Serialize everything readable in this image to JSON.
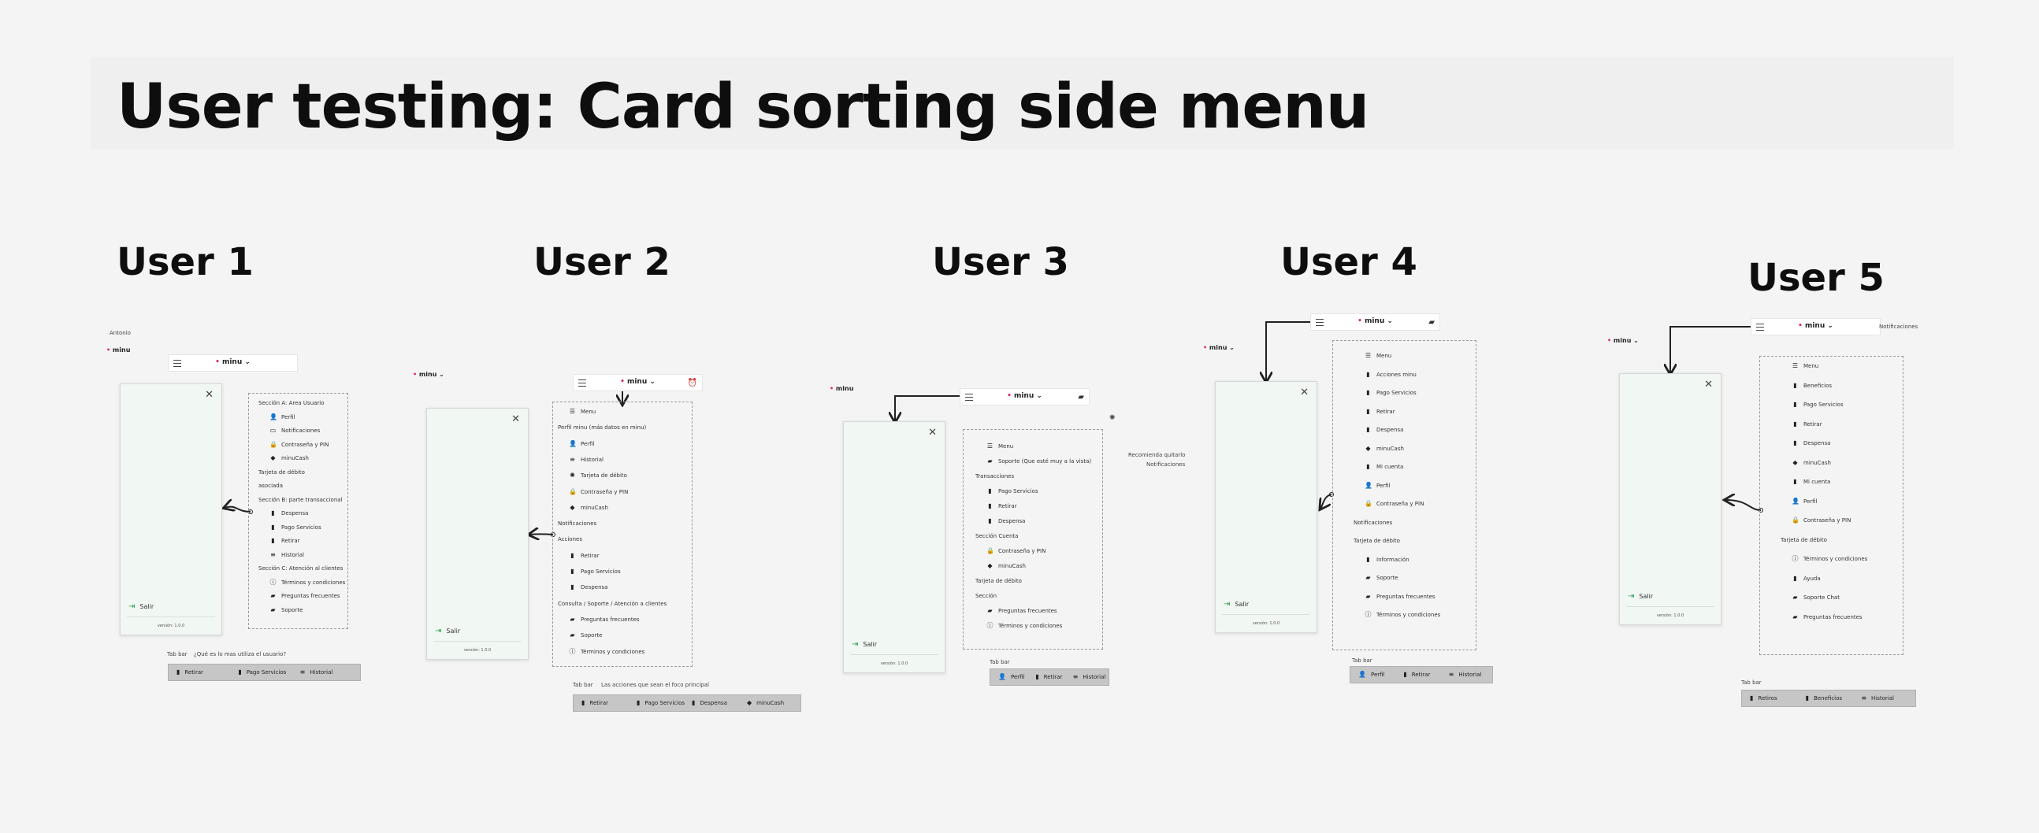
{
  "header": {
    "title": "User testing: Card sorting side menu"
  },
  "brand": {
    "logo_text": "minu",
    "logo_color": "#e0245e",
    "accent": "#2e9e5a"
  },
  "common": {
    "salir": "Salir",
    "version": "versión: 1.0.0",
    "tab_bar_label": "Tab bar"
  },
  "users": {
    "u1": {
      "title": "User 1",
      "user_name": "Antonio",
      "tab_question": "¿Qué es lo mas utiliza el usuario?",
      "menu": [
        {
          "text": "Sección A: Area Usuario",
          "icon": ""
        },
        {
          "text": "Perfil",
          "icon": "person"
        },
        {
          "text": "Notificaciones",
          "icon": "card"
        },
        {
          "text": "Contraseña y PIN",
          "icon": "lock"
        },
        {
          "text": "minuCash",
          "icon": "cash"
        },
        {
          "text": "Tarjeta de débito",
          "icon": ""
        },
        {
          "text": "asociada",
          "icon": ""
        },
        {
          "text": "Sección B: parte transaccional",
          "icon": ""
        },
        {
          "text": "Despensa",
          "icon": "doc"
        },
        {
          "text": "Pago Servicios",
          "icon": "doc"
        },
        {
          "text": "Retirar",
          "icon": "doc"
        },
        {
          "text": "Historial",
          "icon": "list"
        },
        {
          "text": "Sección C: Atención al clientes",
          "icon": ""
        },
        {
          "text": "Términos y condiciones",
          "icon": "info"
        },
        {
          "text": "Preguntas frecuentes",
          "icon": "chat"
        },
        {
          "text": "Soporte",
          "icon": "chat"
        }
      ],
      "tabs": [
        {
          "label": "Retirar",
          "icon": "doc"
        },
        {
          "label": "Pago Servicios",
          "icon": "doc"
        },
        {
          "label": "Historial",
          "icon": "list"
        }
      ]
    },
    "u2": {
      "title": "User 2",
      "tab_note": "Las acciones que sean el foco principal",
      "menu": [
        {
          "text": "Menu",
          "icon": "burger"
        },
        {
          "text": "Perfil minu (más datos en minu)",
          "icon": ""
        },
        {
          "text": "Perfil",
          "icon": "person"
        },
        {
          "text": "Historial",
          "icon": "list"
        },
        {
          "text": "Tarjeta de débito",
          "icon": "bell"
        },
        {
          "text": "Contraseña y PIN",
          "icon": "lock"
        },
        {
          "text": "minuCash",
          "icon": "cash"
        },
        {
          "text": "Notificaciones",
          "icon": ""
        },
        {
          "text": "Acciones",
          "icon": ""
        },
        {
          "text": "Retirar",
          "icon": "doc"
        },
        {
          "text": "Pago Servicios",
          "icon": "doc"
        },
        {
          "text": "Despensa",
          "icon": "doc"
        },
        {
          "text": "Consulta / Soporte / Atención a clientes",
          "icon": ""
        },
        {
          "text": "Preguntas frecuentes",
          "icon": "chat"
        },
        {
          "text": "Soporte",
          "icon": "chat"
        },
        {
          "text": "Términos y condiciones",
          "icon": "info"
        }
      ],
      "tabs": [
        {
          "label": "Retirar",
          "icon": "doc"
        },
        {
          "label": "Pago Servicios",
          "icon": "doc"
        },
        {
          "label": "Despensa",
          "icon": "doc"
        },
        {
          "label": "minuCash",
          "icon": "cash"
        }
      ]
    },
    "u3": {
      "title": "User 3",
      "side_note_1": "Recomienda quitarlo",
      "side_note_2": "Notificaciones",
      "menu": [
        {
          "text": "Menu",
          "icon": "burger"
        },
        {
          "text": "Soporte  (Que esté muy a la vista)",
          "icon": "chat"
        },
        {
          "text": "Transacciones",
          "icon": ""
        },
        {
          "text": "Pago Servicios",
          "icon": "doc"
        },
        {
          "text": "Retirar",
          "icon": "doc"
        },
        {
          "text": "Despensa",
          "icon": "doc"
        },
        {
          "text": "Sección Cuenta",
          "icon": ""
        },
        {
          "text": "Contraseña y PIN",
          "icon": "lock"
        },
        {
          "text": "minuCash",
          "icon": "cash"
        },
        {
          "text": "Tarjeta de débito",
          "icon": ""
        },
        {
          "text": "Sección",
          "icon": ""
        },
        {
          "text": "Preguntas frecuentes",
          "icon": "chat"
        },
        {
          "text": "Términos y condiciones",
          "icon": "info"
        }
      ],
      "tabs": [
        {
          "label": "Perfil",
          "icon": "person"
        },
        {
          "label": "Retirar",
          "icon": "doc"
        },
        {
          "label": "Historial",
          "icon": "list"
        }
      ]
    },
    "u4": {
      "title": "User 4",
      "menu": [
        {
          "text": "Menu",
          "icon": "burger"
        },
        {
          "text": "Acciones minu",
          "icon": "doc"
        },
        {
          "text": "Pago Servicios",
          "icon": "doc"
        },
        {
          "text": "Retirar",
          "icon": "doc"
        },
        {
          "text": "Despensa",
          "icon": "doc"
        },
        {
          "text": "minuCash",
          "icon": "cash"
        },
        {
          "text": "Mi cuenta",
          "icon": "doc"
        },
        {
          "text": "Perfil",
          "icon": "person"
        },
        {
          "text": "Contraseña y PIN",
          "icon": "lock"
        },
        {
          "text": "Notificaciones",
          "icon": ""
        },
        {
          "text": "Tarjeta de débito",
          "icon": ""
        },
        {
          "text": "Información",
          "icon": "doc"
        },
        {
          "text": "Soporte",
          "icon": "chat"
        },
        {
          "text": "Preguntas frecuentes",
          "icon": "chat"
        },
        {
          "text": "Términos y condiciones",
          "icon": "info"
        }
      ],
      "tabs": [
        {
          "label": "Perfil",
          "icon": "person"
        },
        {
          "label": "Retirar",
          "icon": "doc"
        },
        {
          "label": "Historial",
          "icon": "list"
        }
      ]
    },
    "u5": {
      "title": "User 5",
      "side_note": "Notificaciones",
      "menu": [
        {
          "text": "Menu",
          "icon": "burger"
        },
        {
          "text": "Beneficios",
          "icon": "doc"
        },
        {
          "text": "Pago Servicios",
          "icon": "doc"
        },
        {
          "text": "Retirar",
          "icon": "doc"
        },
        {
          "text": "Despensa",
          "icon": "doc"
        },
        {
          "text": "minuCash",
          "icon": "cash"
        },
        {
          "text": "Mi cuenta",
          "icon": "doc"
        },
        {
          "text": "Perfil",
          "icon": "person"
        },
        {
          "text": "Contraseña y PIN",
          "icon": "lock"
        },
        {
          "text": "Tarjeta de débito",
          "icon": ""
        },
        {
          "text": "Términos y condiciones",
          "icon": "info"
        },
        {
          "text": "Ayuda",
          "icon": "doc"
        },
        {
          "text": "Soporte Chat",
          "icon": "chat"
        },
        {
          "text": "Preguntas frecuentes",
          "icon": "chat"
        }
      ],
      "tabs": [
        {
          "label": "Retiros",
          "icon": "doc"
        },
        {
          "label": "Beneficios",
          "icon": "doc"
        },
        {
          "label": "Historial",
          "icon": "list"
        }
      ]
    }
  }
}
